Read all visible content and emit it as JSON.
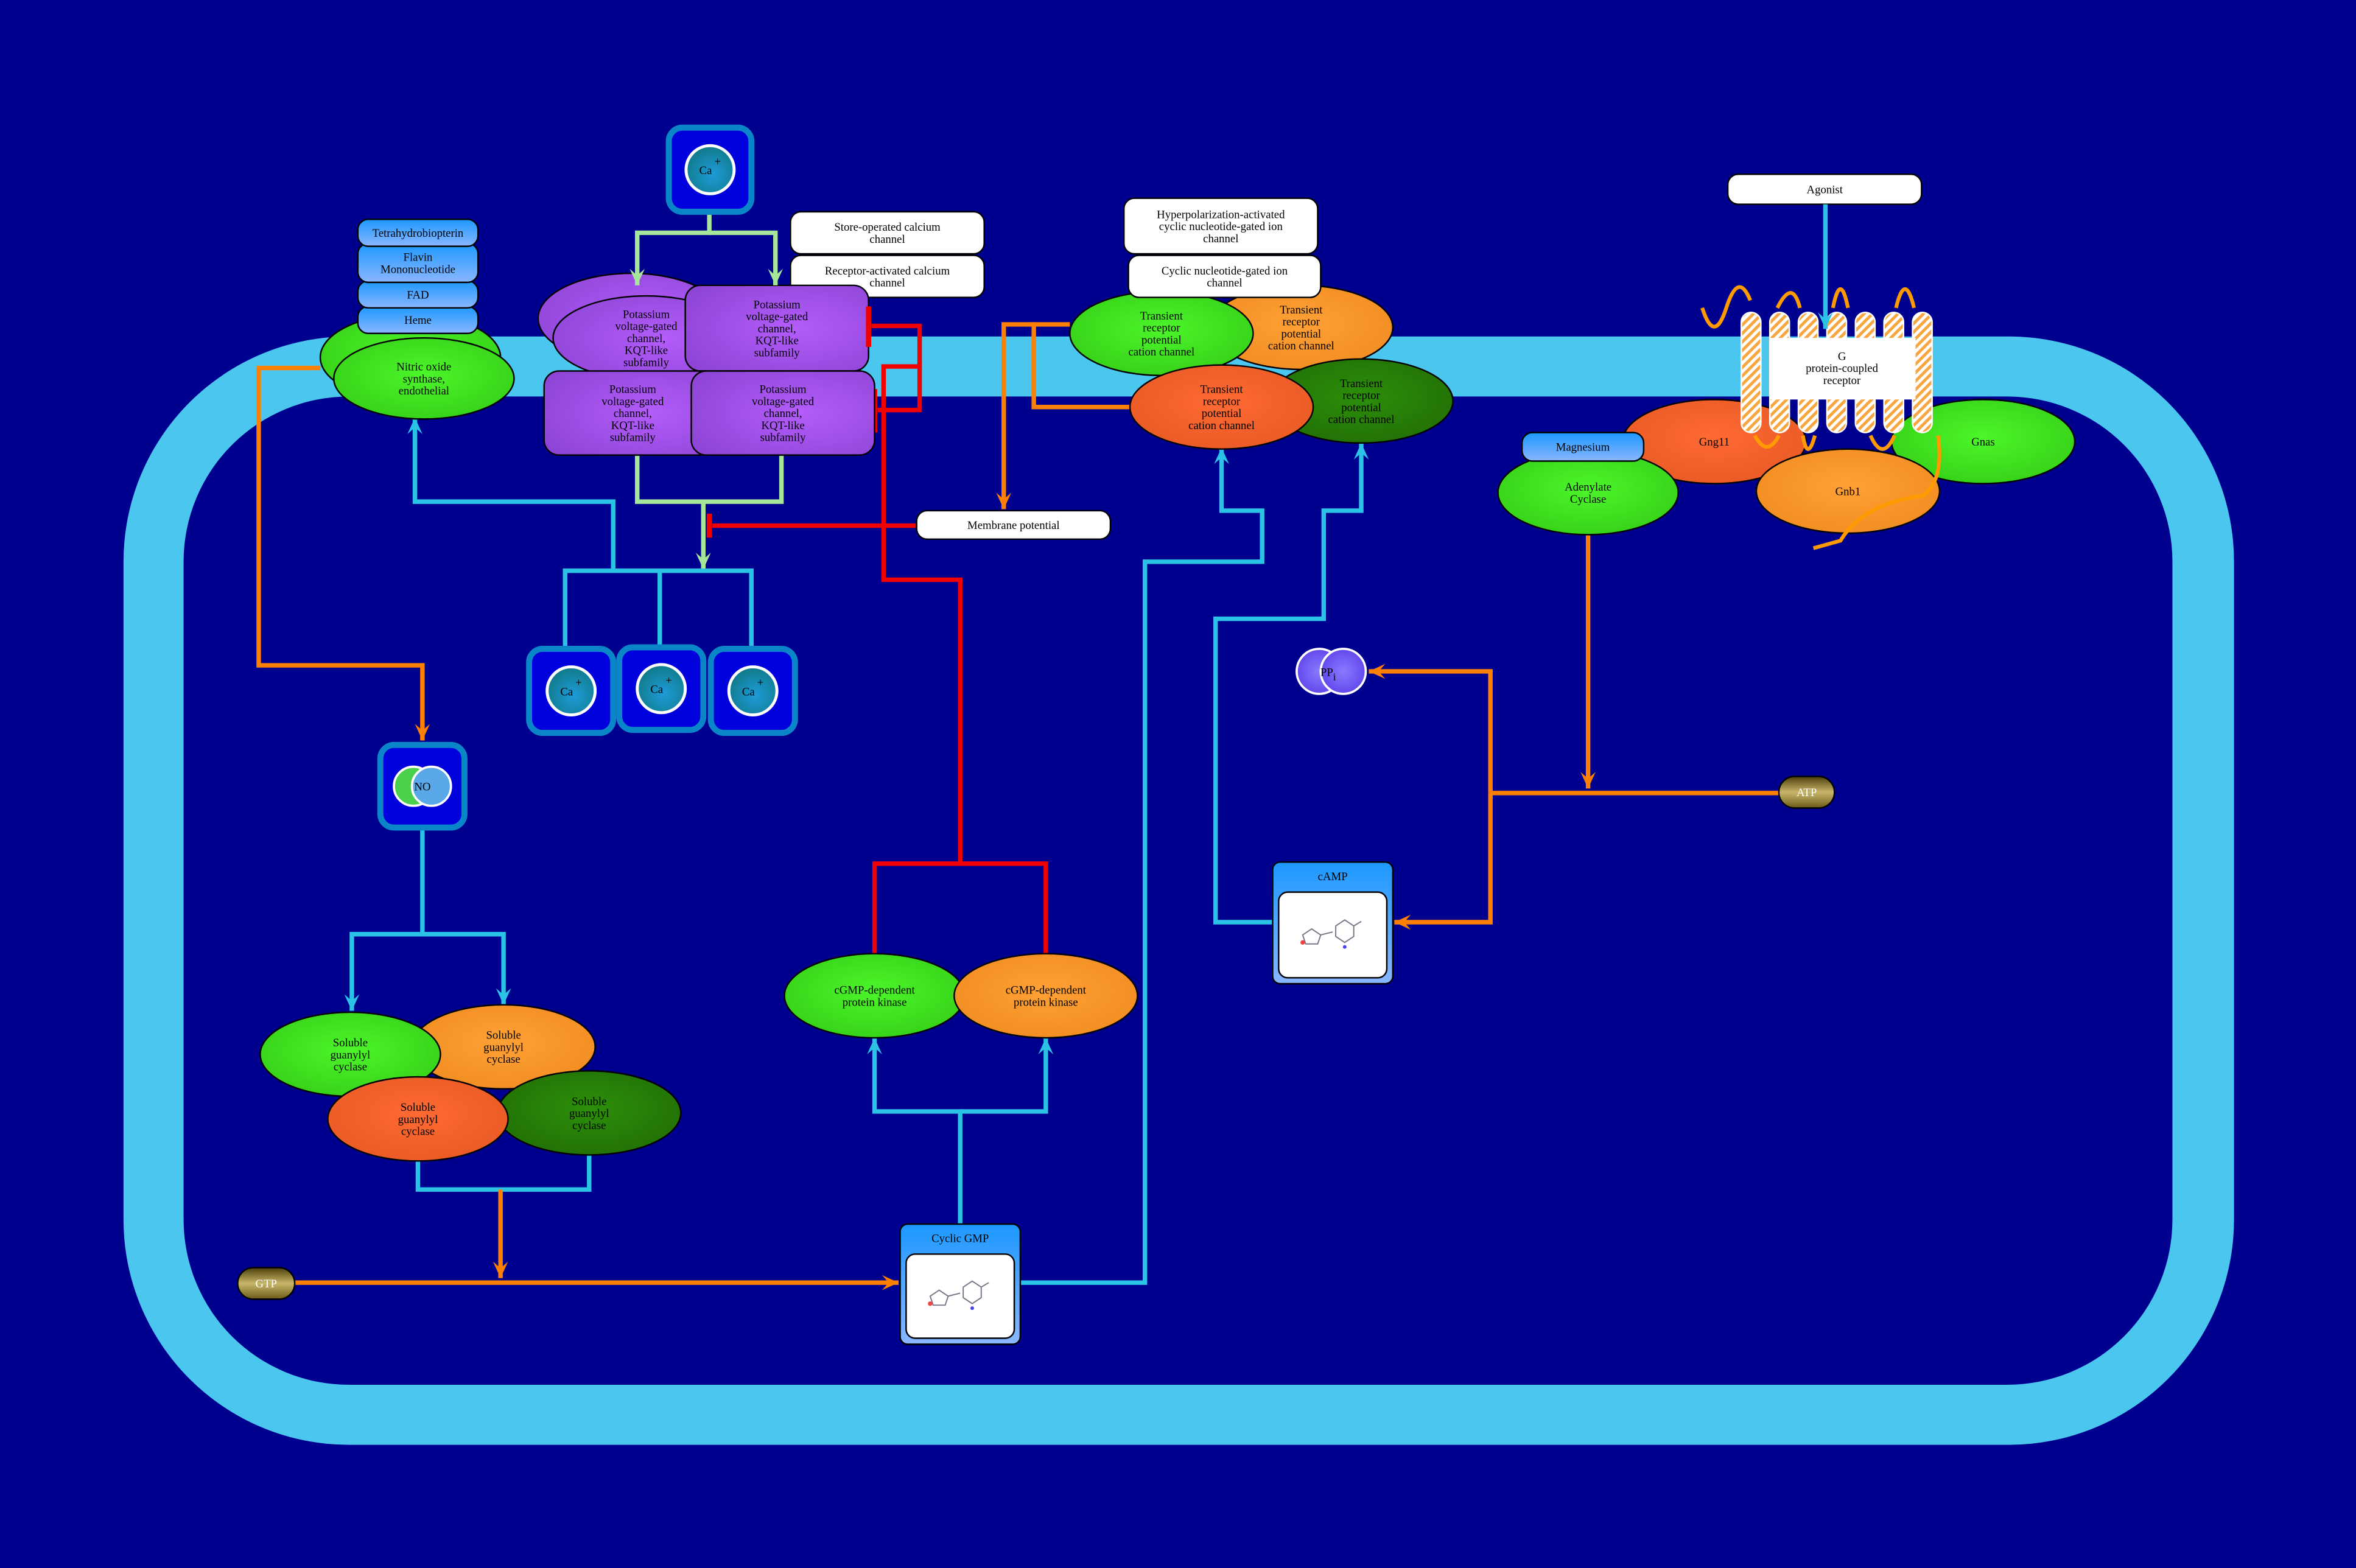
{
  "colors": {
    "background": "#00008f",
    "membrane": "#4bc6ee",
    "stimulation_green": "#a6e69a",
    "cyan_edge": "#2ac3e6",
    "orange_edge": "#ff7f00",
    "inhibition_red": "#f20000",
    "protein_green": "#44ee22",
    "protein_orange": "#ff9c30",
    "protein_red_orange": "#ff6630",
    "protein_dark_green": "#2a8a0a",
    "protein_purple": "#a653f0",
    "cofactor_blue": "#2a9cff"
  },
  "nodes": {
    "ca_top": {
      "lines": [
        "Ca"
      ],
      "charge": "+"
    },
    "store_op": {
      "lines": [
        "Store-operated calcium",
        "channel"
      ]
    },
    "receptor_act": {
      "lines": [
        "Receptor-activated calcium",
        "channel"
      ]
    },
    "thb": {
      "lines": [
        "Tetrahydrobiopterin"
      ]
    },
    "fmn": {
      "lines": [
        "Flavin",
        "Mononucleotide"
      ]
    },
    "fad": {
      "lines": [
        "FAD"
      ]
    },
    "heme": {
      "lines": [
        "Heme"
      ]
    },
    "nos_back": {
      "lines": []
    },
    "nos": {
      "lines": [
        "Nitric oxide",
        "synthase,",
        "endothelial"
      ]
    },
    "kcnq_e1": {
      "lines": []
    },
    "kcnq_e2": {
      "lines": [
        "Potassium",
        "voltage-gated",
        "channel,",
        "KQT-like",
        "subfamily"
      ]
    },
    "kcnq_r1": {
      "lines": [
        "Potassium",
        "voltage-gated",
        "channel,",
        "KQT-like",
        "subfamily"
      ]
    },
    "kcnq_r2": {
      "lines": [
        "Potassium",
        "voltage-gated",
        "channel,",
        "KQT-like",
        "subfamily"
      ]
    },
    "kcnq_r3": {
      "lines": [
        "Potassium",
        "voltage-gated",
        "channel,",
        "KQT-like",
        "subfamily"
      ]
    },
    "memb_pot": {
      "lines": [
        "Membrane potential"
      ]
    },
    "ca1": {
      "lines": [
        "Ca"
      ],
      "charge": "+"
    },
    "ca2": {
      "lines": [
        "Ca"
      ],
      "charge": "+"
    },
    "ca3": {
      "lines": [
        "Ca"
      ],
      "charge": "+"
    },
    "no": {
      "lines": [
        "NO"
      ]
    },
    "sgc1": {
      "lines": [
        "Soluble",
        "guanylyl",
        "cyclase"
      ]
    },
    "sgc2": {
      "lines": [
        "Soluble",
        "guanylyl",
        "cyclase"
      ]
    },
    "sgc3": {
      "lines": [
        "Soluble",
        "guanylyl",
        "cyclase"
      ]
    },
    "sgc4": {
      "lines": [
        "Soluble",
        "guanylyl",
        "cyclase"
      ]
    },
    "gtp": {
      "lines": [
        "GTP"
      ]
    },
    "cgmp": {
      "lines": [
        "Cyclic GMP"
      ]
    },
    "pkg1": {
      "lines": [
        "cGMP-dependent",
        "protein kinase"
      ]
    },
    "pkg2": {
      "lines": [
        "cGMP-dependent",
        "protein kinase"
      ]
    },
    "camp": {
      "lines": [
        "cAMP"
      ]
    },
    "ppi": {
      "lines": [
        "PP"
      ],
      "subscript": "i"
    },
    "atp": {
      "lines": [
        "ATP"
      ]
    },
    "hcn": {
      "lines": [
        "Hyperpolarization-activated",
        "cyclic nucleotide-gated ion",
        "channel"
      ]
    },
    "cng": {
      "lines": [
        "Cyclic nucleotide-gated ion",
        "channel"
      ]
    },
    "trp1": {
      "lines": [
        "Transient",
        "receptor",
        "potential",
        "cation channel"
      ]
    },
    "trp2": {
      "lines": [
        "Transient",
        "receptor",
        "potential",
        "cation channel"
      ]
    },
    "trp3": {
      "lines": [
        "Transient",
        "receptor",
        "potential",
        "cation channel"
      ]
    },
    "trp4": {
      "lines": [
        "Transient",
        "receptor",
        "potential",
        "cation channel"
      ]
    },
    "agonist": {
      "lines": [
        "Agonist"
      ]
    },
    "gng11": {
      "lines": [
        "Gng11"
      ]
    },
    "gnas": {
      "lines": [
        "Gnas"
      ]
    },
    "gnb1": {
      "lines": [
        "Gnb1"
      ]
    },
    "gpcr": {
      "lines": [
        "G",
        "protein-coupled",
        "receptor"
      ]
    },
    "magnesium": {
      "lines": [
        "Magnesium"
      ]
    },
    "ac": {
      "lines": [
        "Adenylate",
        "Cyclase"
      ]
    }
  }
}
